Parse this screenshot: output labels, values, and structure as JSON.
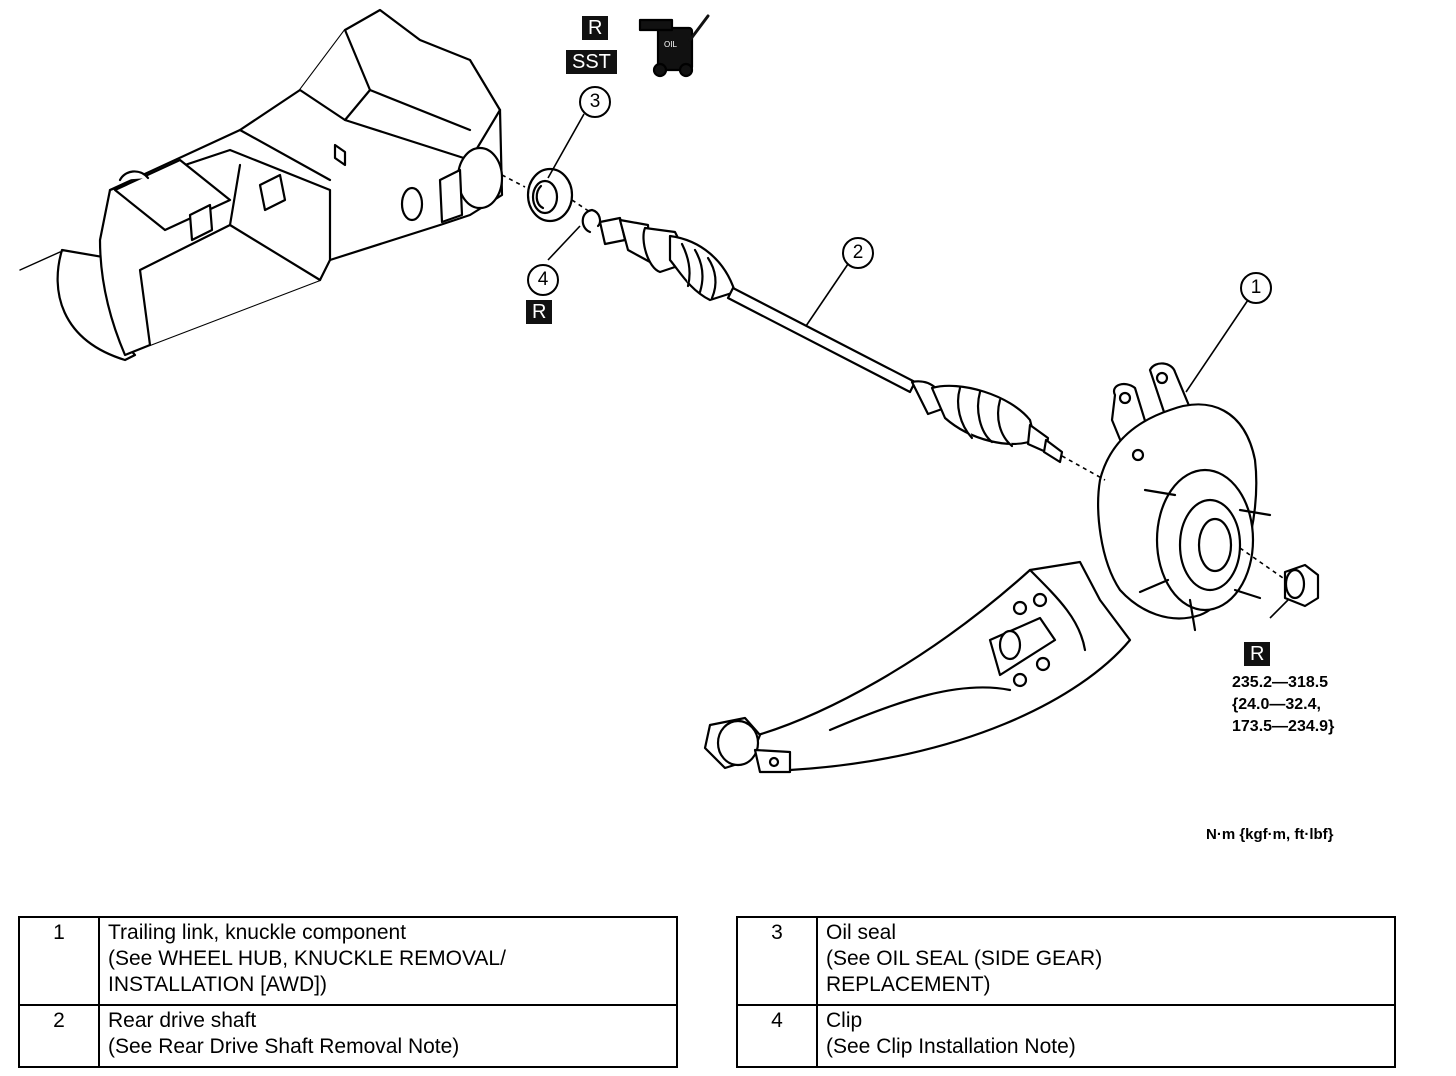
{
  "tags": {
    "r_top": "R",
    "sst": "SST",
    "oil_can": "OIL",
    "r_clip": "R",
    "r_nut": "R"
  },
  "callouts": [
    "3",
    "4",
    "2",
    "1"
  ],
  "torque": {
    "line1": "235.2—318.5",
    "line2": "{24.0—32.4,",
    "line3": "173.5—234.9}"
  },
  "units": "N·m {kgf·m, ft·lbf}",
  "legend_left": [
    {
      "num": "1",
      "name": "Trailing link, knuckle component",
      "note1": "(See WHEEL HUB, KNUCKLE REMOVAL/",
      "note2": "INSTALLATION [AWD])"
    },
    {
      "num": "2",
      "name": "Rear drive shaft",
      "note1": "(See Rear Drive Shaft Removal Note)",
      "note2": ""
    }
  ],
  "legend_right": [
    {
      "num": "3",
      "name": "Oil seal",
      "note1": "(See OIL SEAL (SIDE GEAR)",
      "note2": "REPLACEMENT)"
    },
    {
      "num": "4",
      "name": "Clip",
      "note1": "(See Clip Installation Note)",
      "note2": ""
    }
  ]
}
